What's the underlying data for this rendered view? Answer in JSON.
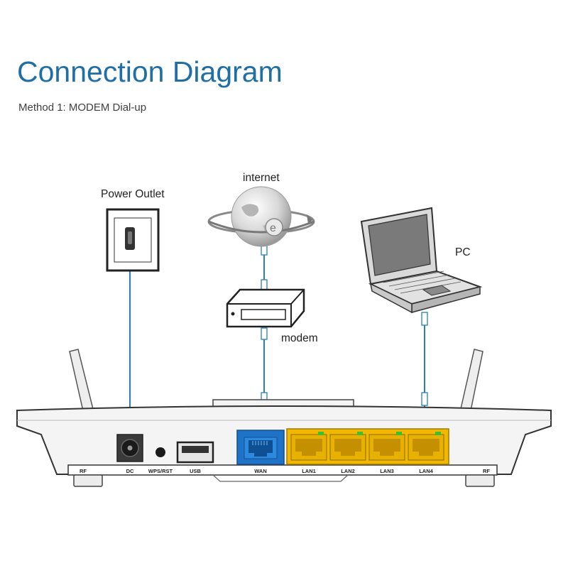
{
  "header": {
    "title": "Connection Diagram",
    "subtitle": "Method 1: MODEM Dial-up"
  },
  "devices": {
    "power_outlet": "Power Outlet",
    "internet": "internet",
    "pc": "PC",
    "modem": "modem"
  },
  "router_ports": {
    "rf_left": "RF",
    "dc": "DC",
    "wps_rst": "WPS/RST",
    "usb": "USB",
    "wan": "WAN",
    "lan1": "LAN1",
    "lan2": "LAN2",
    "lan3": "LAN3",
    "lan4": "LAN4",
    "rf_right": "RF"
  },
  "colors": {
    "title": "#1f6fa5",
    "cable": "#2a7fb8",
    "wan_port": "#1e73c8",
    "lan_port": "#f2b800"
  }
}
